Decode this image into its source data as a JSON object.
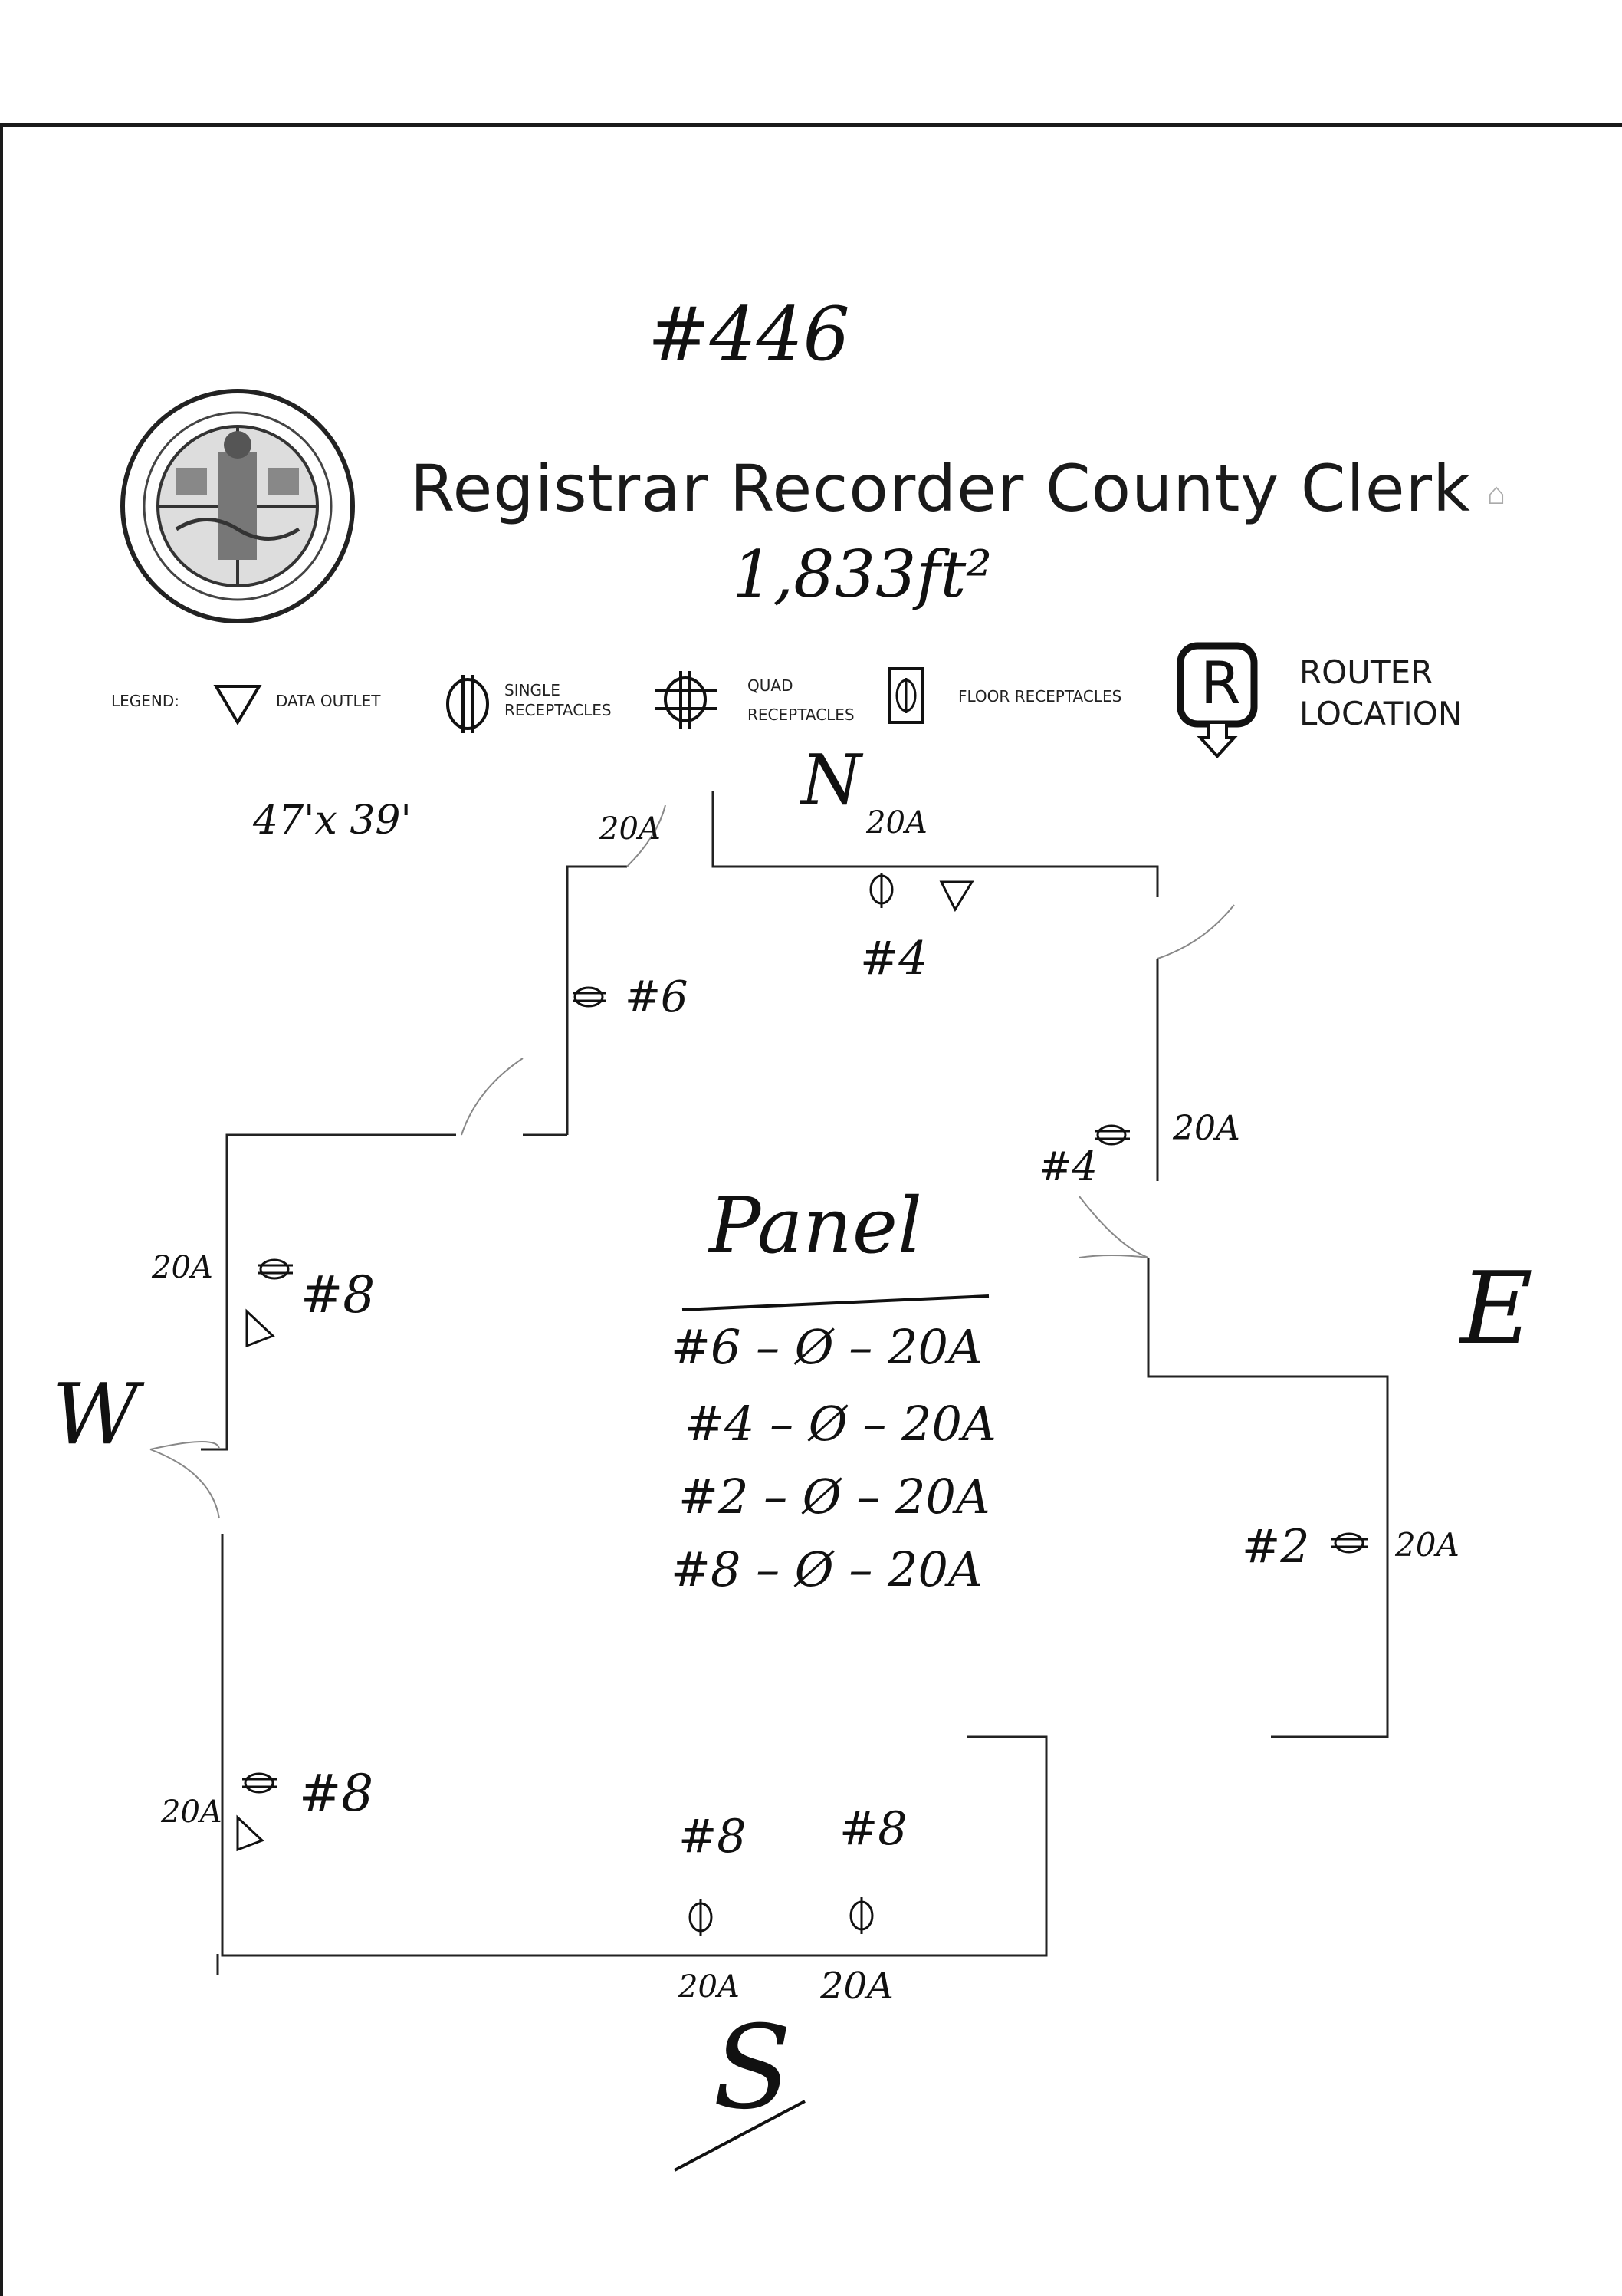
{
  "doc_number": "#446",
  "title": "Registrar Recorder County Clerk",
  "area": "1,833ft²",
  "dimensions": "47'x 39'",
  "legend": {
    "label": "LEGEND:",
    "data_outlet": "DATA OUTLET",
    "single_receptacles": [
      "SINGLE",
      "RECEPTACLES"
    ],
    "quad_receptacles": [
      "QUAD",
      "RECEPTACLES"
    ],
    "floor_receptacles": "FLOOR RECEPTACLES",
    "router_letter": "R",
    "router_location": [
      "ROUTER",
      "LOCATION"
    ]
  },
  "compass": {
    "north": "N",
    "south": "S",
    "east": "E",
    "west": "W"
  },
  "panel": {
    "heading": "Panel",
    "rows": [
      "#6 – Ø – 20A",
      "#4 – Ø – 20A",
      "#2 – Ø – 20A",
      "#8 – Ø – 20A"
    ]
  },
  "annotations": {
    "north_door_amp": "20A",
    "north_wall_amp": "20A",
    "north_circuit": "#4",
    "inner_circuit": "#6",
    "east_upper_circuit": "#4",
    "east_upper_amp": "20A",
    "west_upper_amp": "20A",
    "west_upper_circuit": "#8",
    "east_lower_circuit": "#2",
    "east_lower_amp": "20A",
    "west_lower_amp": "20A",
    "west_lower_circuit": "#8",
    "south_left_circuit": "#8",
    "south_right_circuit": "#8",
    "south_left_amp": "20A",
    "south_right_amp": "20A"
  }
}
